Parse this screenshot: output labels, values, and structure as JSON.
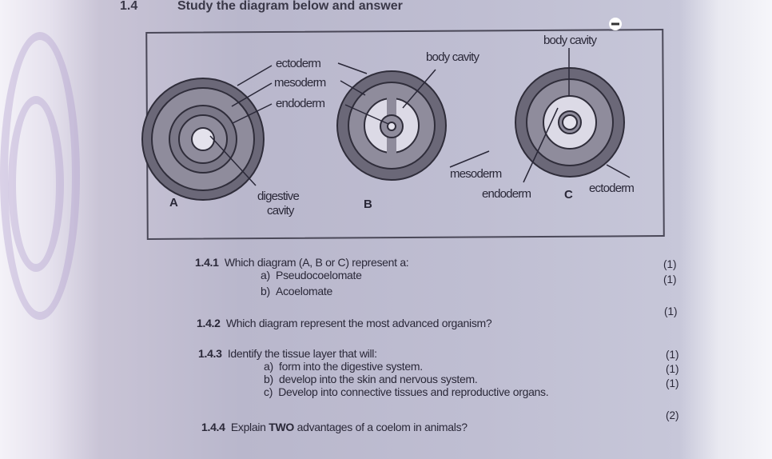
{
  "header": {
    "number": "1.4",
    "instruction": "Study the diagram below and answer"
  },
  "diagram": {
    "labels": {
      "a_ectoderm": "ectoderm",
      "a_mesoderm": "mesoderm",
      "a_endoderm": "endoderm",
      "a_digestive_1": "digestive",
      "a_digestive_2": "cavity",
      "b_body_cavity": "body cavity",
      "c_body_cavity": "body cavity",
      "c_mesoderm": "mesoderm",
      "c_endoderm": "endoderm",
      "c_ectoderm": "ectoderm"
    },
    "letters": {
      "a": "A",
      "b": "B",
      "c": "C"
    }
  },
  "questions": [
    {
      "number": "1.4.1",
      "text": "Which diagram (A, B or C) represent a:",
      "subs": [
        {
          "label": "a)",
          "text": "Pseudocoelomate",
          "marks": "(1)"
        },
        {
          "label": "b)",
          "text": "Acoelomate",
          "marks": "(1)"
        }
      ]
    },
    {
      "number": "1.4.2",
      "text": "Which diagram represent the most advanced organism?",
      "marks": "(1)"
    },
    {
      "number": "1.4.3",
      "text": "Identify the tissue layer that will:",
      "subs": [
        {
          "label": "a)",
          "text": "form into the digestive system.",
          "marks": "(1)"
        },
        {
          "label": "b)",
          "text": "develop into the skin and nervous system.",
          "marks": "(1)"
        },
        {
          "label": "c)",
          "text": "Develop into connective tissues and reproductive organs.",
          "marks": "(1)"
        }
      ]
    },
    {
      "number": "1.4.4",
      "text_pre": "Explain ",
      "text_bold": "TWO",
      "text_post": " advantages of a coelom in animals?",
      "marks": "(2)"
    }
  ]
}
